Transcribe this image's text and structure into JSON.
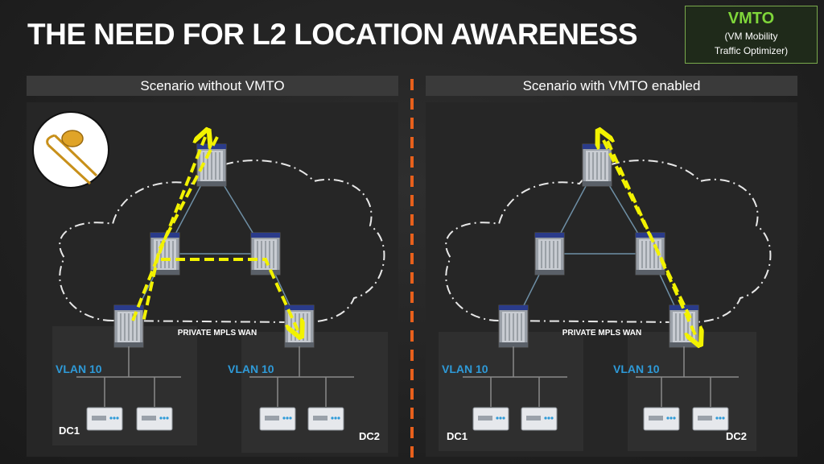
{
  "slide": {
    "title": "THE NEED FOR L2 LOCATION AWARENESS"
  },
  "vmto_box": {
    "title": "VMTO",
    "subtitle_line1": "(VM Mobility",
    "subtitle_line2": "Traffic Optimizer)"
  },
  "left_panel": {
    "header": "Scenario without VMTO",
    "wan_label": "PRIVATE MPLS WAN",
    "vlan_left": "VLAN 10",
    "vlan_right": "VLAN 10",
    "dc_left": "DC1",
    "dc_right": "DC2",
    "icon": "trombone-icon"
  },
  "right_panel": {
    "header": "Scenario with VMTO enabled",
    "wan_label": "PRIVATE MPLS WAN",
    "vlan_left": "VLAN 10",
    "vlan_right": "VLAN 10",
    "dc_left": "DC1",
    "dc_right": "DC2"
  },
  "colors": {
    "accent_green": "#7fd63a",
    "vlan_blue": "#2e9ad8",
    "path_yellow": "#f2f200",
    "divider_orange": "#e8601c"
  }
}
